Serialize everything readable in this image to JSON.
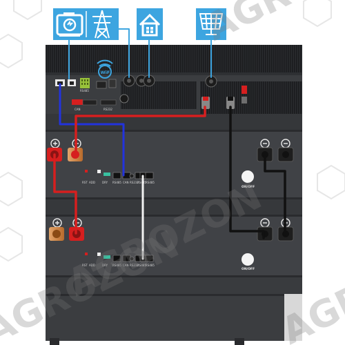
{
  "watermark": "AGROZON",
  "icons": [
    {
      "name": "generator-icon"
    },
    {
      "name": "power-tower-icon"
    },
    {
      "name": "house-icon"
    },
    {
      "name": "solar-panel-icon"
    }
  ],
  "wifi_label": "WiFi",
  "top_unit": {
    "ports": [
      "RS485",
      "CAN",
      "RS232"
    ]
  },
  "battery_1": {
    "labels": [
      "RST",
      "ADD",
      "DRY",
      "RS485",
      "CAN",
      "RS232",
      "RS485",
      "RS485"
    ],
    "switch_label": "ON/OFF"
  },
  "battery_2": {
    "labels": [
      "RST",
      "ADD",
      "DRY",
      "RS485",
      "CAN",
      "RS232",
      "RS485",
      "RS485"
    ],
    "switch_label": "ON/OFF"
  },
  "colors": {
    "accent_blue": "#3da5e0",
    "cable_red": "#d61f1f",
    "cable_blue": "#2233dd",
    "cable_black": "#111111",
    "cable_white": "#f2f2f2",
    "cabinet": "#3b3d40"
  }
}
